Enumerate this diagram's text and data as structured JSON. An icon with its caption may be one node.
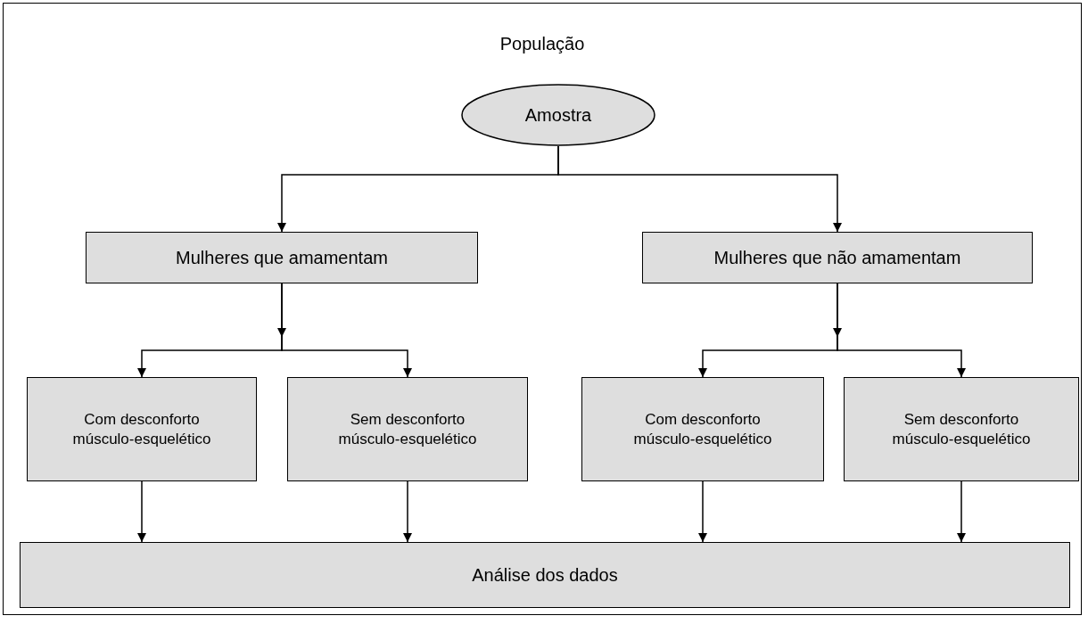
{
  "diagram": {
    "nodes": [
      {
        "text": [
          "População"
        ]
      },
      {
        "text": [
          "Amostra"
        ],
        "in": 0
      },
      {
        "text": [
          "Mulheres que amamentam"
        ],
        "in": 0
      },
      {
        "text": [
          "Mulheres que não amamentam"
        ],
        "in": 0
      },
      {
        "text": [
          "Com desconforto músculo-esquelético"
        ],
        "in": 0
      },
      {
        "text": [
          "Sem desconforto músculo-esquelético"
        ],
        "in": 0
      },
      {
        "text": [
          "Com desconforto músculo-esquelético"
        ],
        "in": 0
      },
      {
        "text": [
          "Sem desconforto músculo-esquelético"
        ],
        "in": 0
      },
      {
        "text": [
          "Análise dos dados"
        ],
        "in": 0
      }
    ],
    "edges": [
      {
        "from": 1,
        "to": 2,
        "arrow": "to"
      },
      {
        "from": 1,
        "to": 3,
        "arrow": "to"
      },
      {
        "from": 2,
        "to": 4,
        "arrow": "to"
      },
      {
        "from": 2,
        "to": 5,
        "arrow": "to"
      },
      {
        "from": 3,
        "to": 6,
        "arrow": "to"
      },
      {
        "from": 3,
        "to": 7,
        "arrow": "to"
      },
      {
        "from": 4,
        "to": 8,
        "arrow": "to"
      },
      {
        "from": 5,
        "to": 8,
        "arrow": "to"
      },
      {
        "from": 6,
        "to": 8,
        "arrow": "to"
      },
      {
        "from": 7,
        "to": 8,
        "arrow": "to"
      }
    ]
  }
}
